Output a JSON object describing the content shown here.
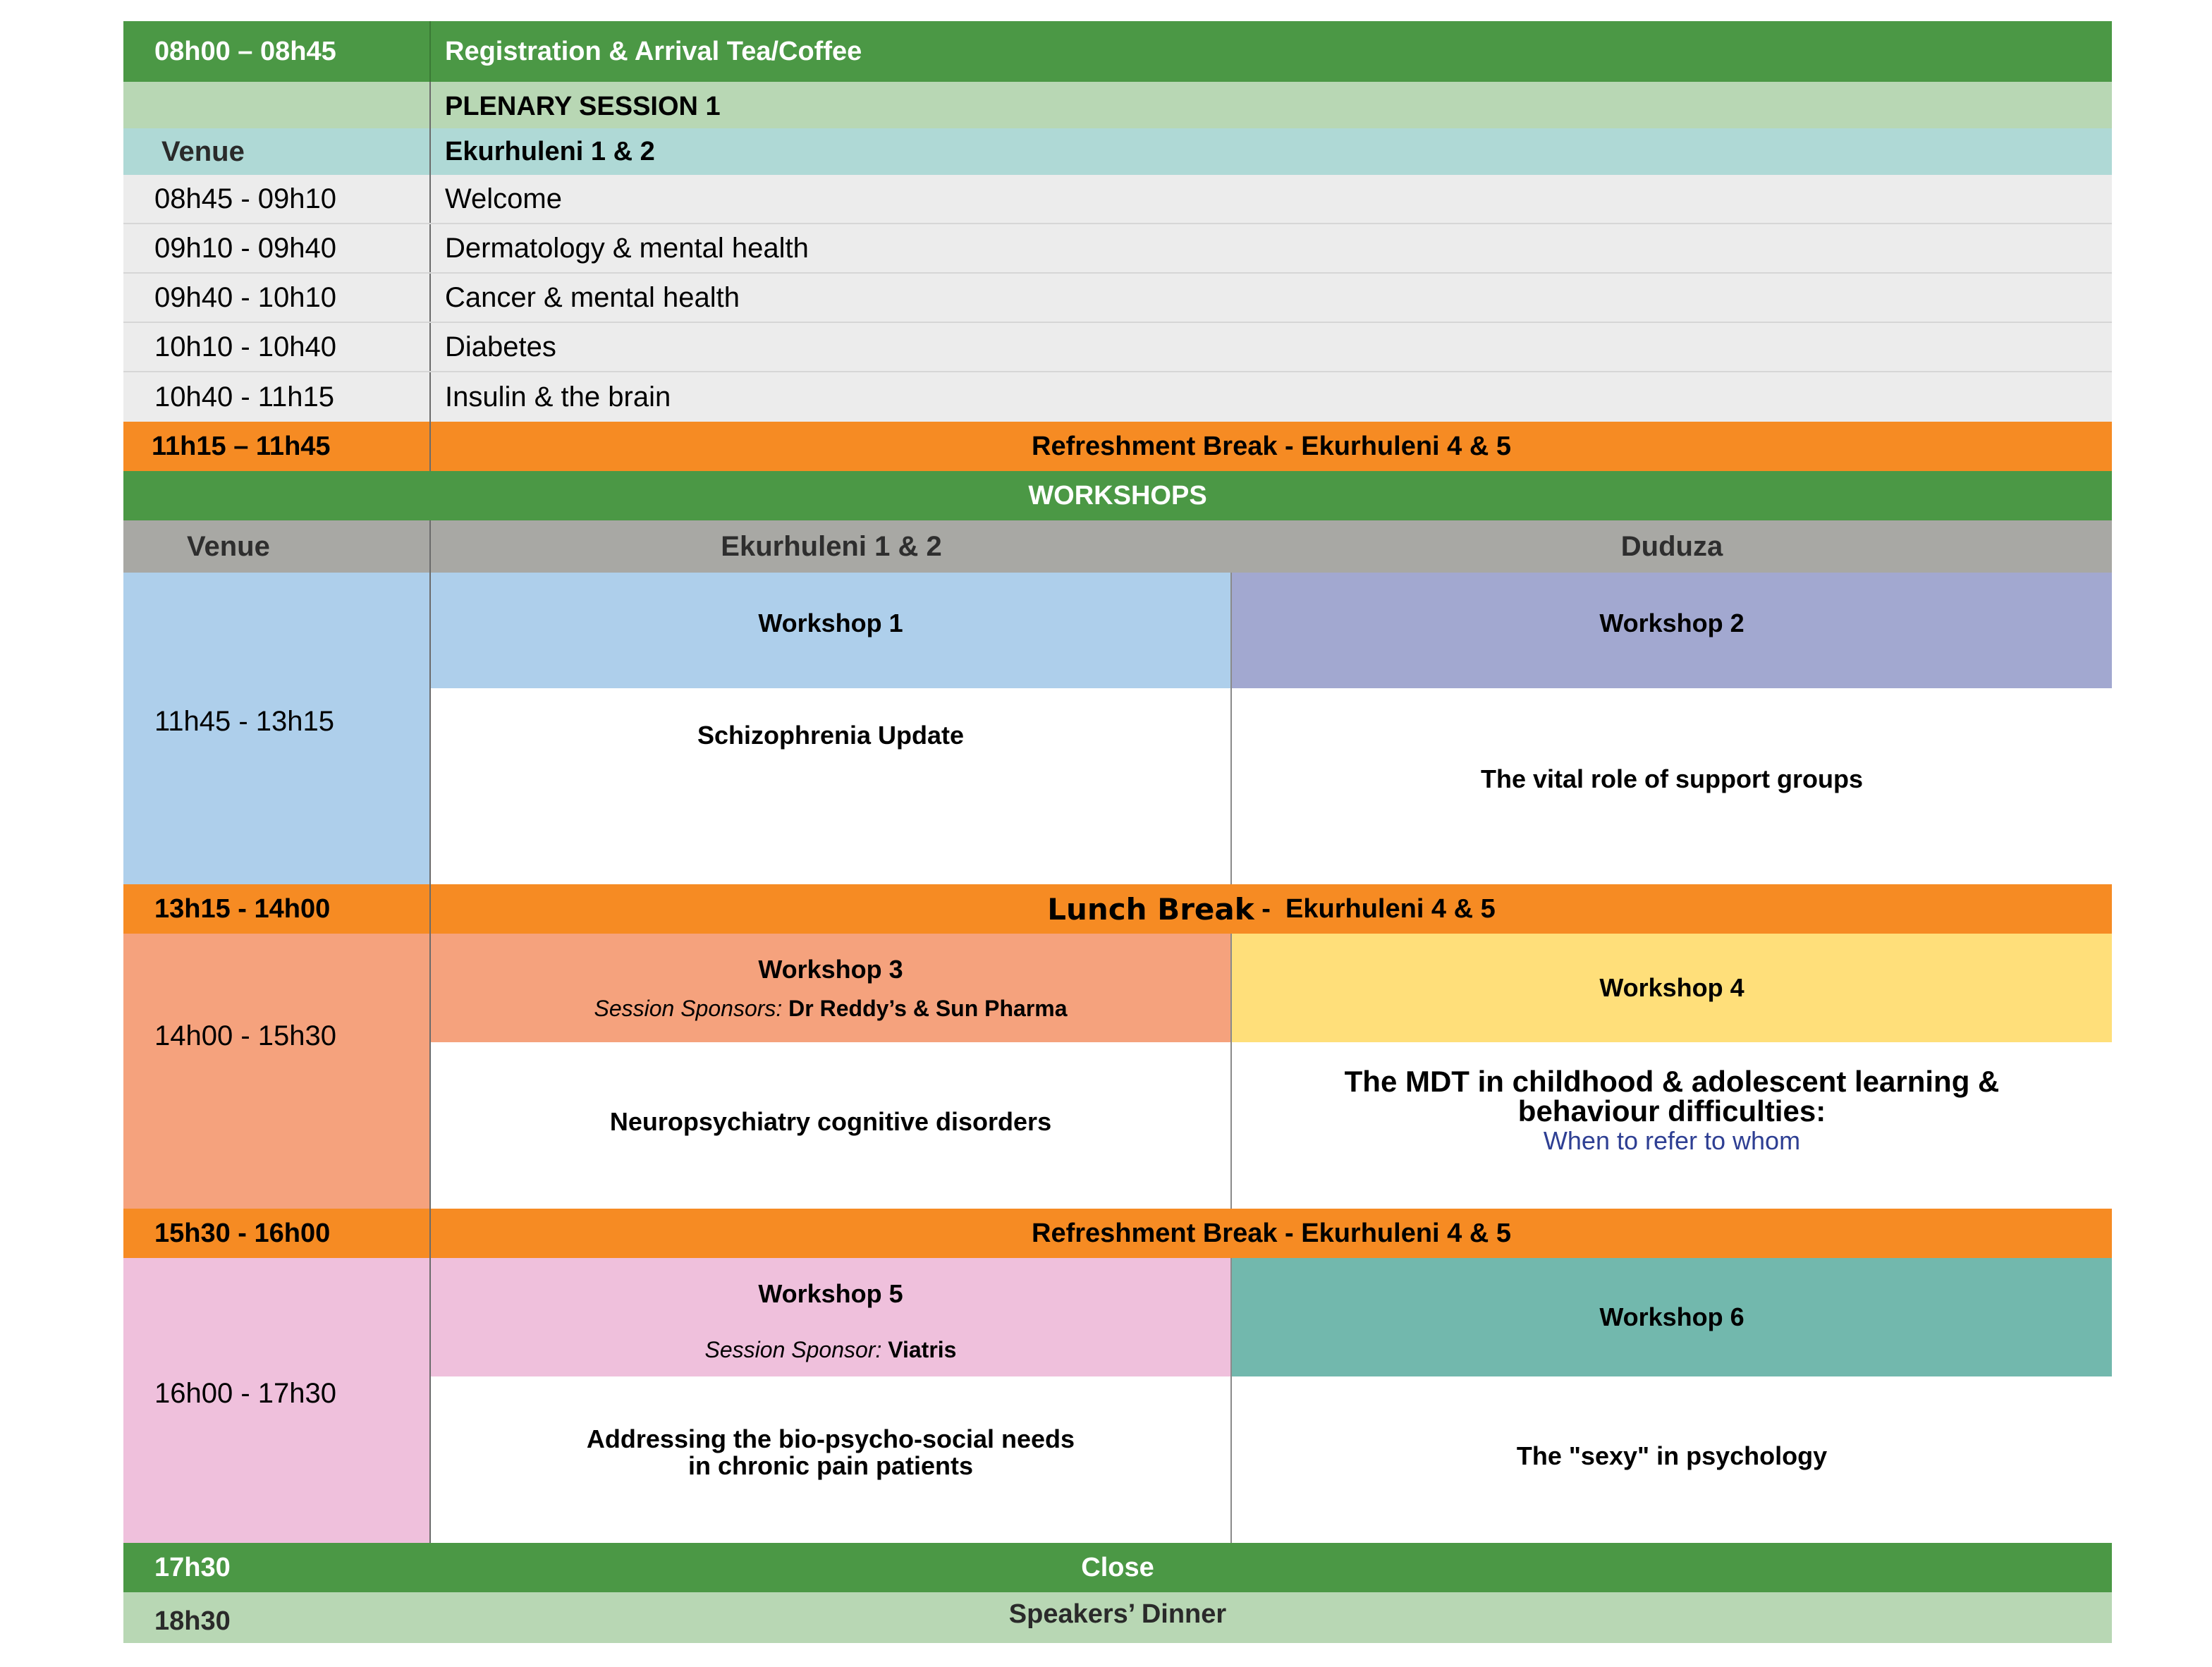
{
  "registration": {
    "time": "08h00 – 08h45",
    "label": "Registration & Arrival Tea/Coffee"
  },
  "plenary": {
    "title": "PLENARY SESSION 1",
    "venue_label": "Venue",
    "venue": "Ekurhuleni 1 & 2"
  },
  "plenary_items": [
    {
      "time": "08h45 - 09h10",
      "title": "Welcome"
    },
    {
      "time": "09h10 - 09h40",
      "title": "Dermatology & mental health"
    },
    {
      "time": "09h40 - 10h10",
      "title": "Cancer & mental health"
    },
    {
      "time": "10h10 - 10h40",
      "title": "Diabetes"
    },
    {
      "time": "10h40 - 11h15",
      "title": "Insulin & the brain"
    }
  ],
  "break1": {
    "time": "11h15 – 11h45",
    "label": "Refreshment Break -  Ekurhuleni 4 & 5"
  },
  "workshops": {
    "title": "WORKSHOPS",
    "venue_label": "Venue",
    "venue1": "Ekurhuleni 1 & 2",
    "venue2": "Duduza"
  },
  "block1": {
    "time": "11h45 - 13h15",
    "left": {
      "name": "Workshop 1",
      "title": "Schizophrenia Update"
    },
    "right": {
      "name": "Workshop 2",
      "title": "The vital role of support groups"
    }
  },
  "lunch": {
    "time": "13h15 - 14h00",
    "label": "Lunch Break",
    "venue": " -  Ekurhuleni 4 & 5"
  },
  "block2": {
    "time": "14h00 - 15h30",
    "left": {
      "name": "Workshop 3",
      "sponsor_label": "Session Sponsors:",
      "sponsor": "Dr Reddy’s & Sun Pharma",
      "title": "Neuropsychiatry cognitive disorders"
    },
    "right": {
      "name": "Workshop 4",
      "title_line1": "The MDT in childhood & adolescent learning &",
      "title_line2": "behaviour difficulties:",
      "subtitle": "When to refer to whom"
    }
  },
  "break2": {
    "time": "15h30 - 16h00",
    "label": "Refreshment Break -  Ekurhuleni 4 & 5"
  },
  "block3": {
    "time": "16h00 - 17h30",
    "left": {
      "name": "Workshop 5",
      "sponsor_label": "Session Sponsor:",
      "sponsor": "Viatris",
      "title_line1": "Addressing the bio-psycho-social needs",
      "title_line2": "in chronic pain patients"
    },
    "right": {
      "name": "Workshop 6",
      "title": "The \"sexy\" in psychology"
    }
  },
  "close": {
    "time": "17h30",
    "label": "Close"
  },
  "dinner": {
    "time": "18h30",
    "label": "Speakers’ Dinner"
  },
  "colors": {
    "green": "#4b9845",
    "light_green": "#b8d7b4",
    "teal_light": "#afd9d6",
    "grey": "#ececec",
    "orange": "#f68b23",
    "slate": "#a8a8a4",
    "blue": "#aecfeb",
    "lavender": "#a2a8d0",
    "salmon": "#f5a27d",
    "yellow": "#ffdf7a",
    "pink": "#efc0dc",
    "teal": "#72b8ad"
  }
}
